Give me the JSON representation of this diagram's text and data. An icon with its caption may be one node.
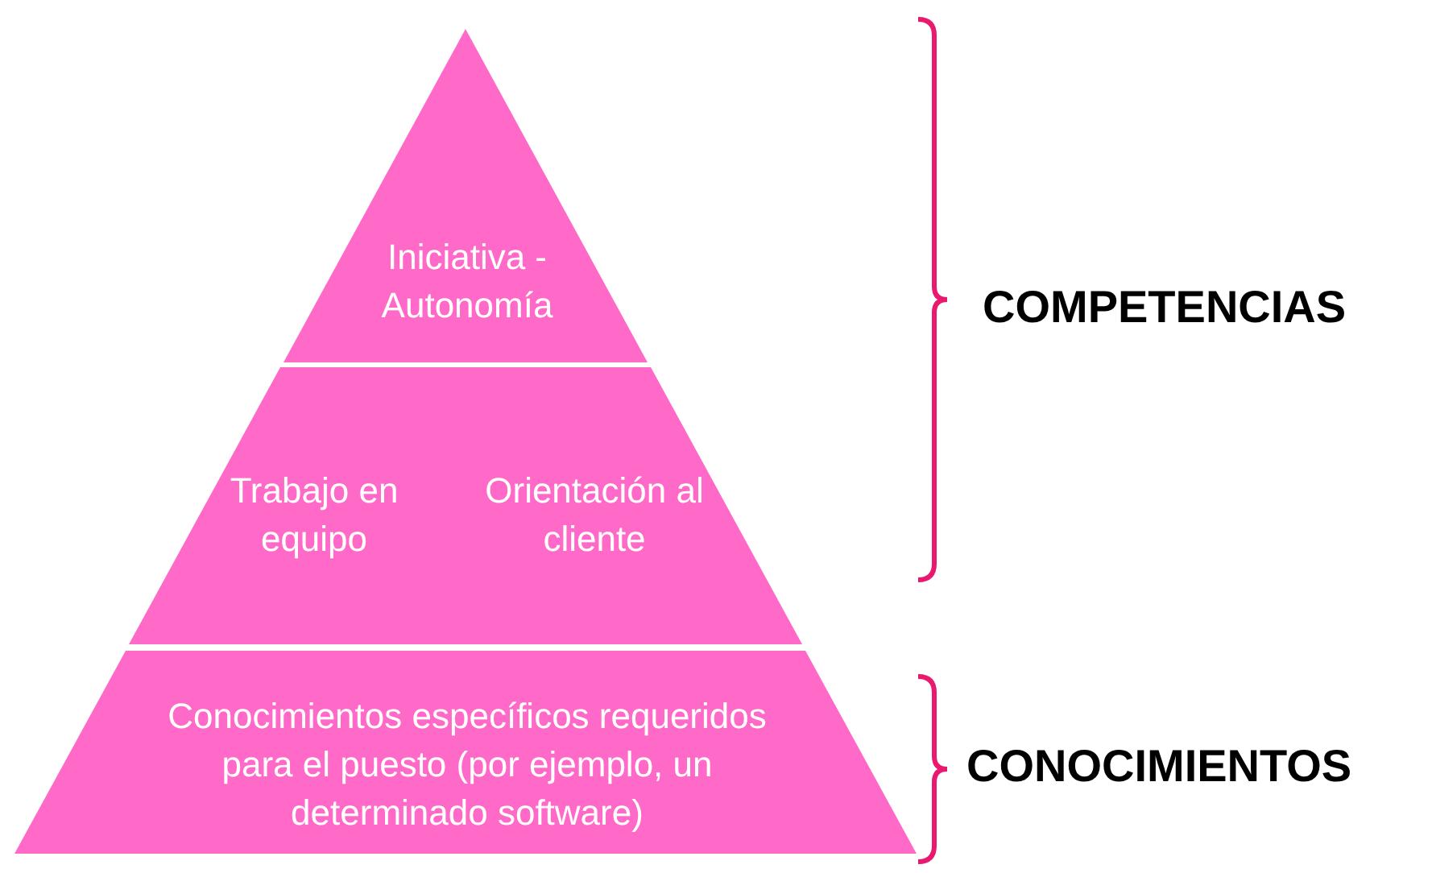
{
  "diagram": {
    "nodes": [
      {
        "text": [
          "Iniciativa - Autonomía"
        ]
      },
      {
        "text": [
          "Trabajo en equipo"
        ]
      },
      {
        "text": [
          "Orientación al cliente"
        ]
      },
      {
        "text": [
          "Conocimientos específicos requeridos para el puesto (por ejemplo, un determinado software)"
        ]
      }
    ],
    "edges": [],
    "labels": [
      "COMPETENCIAS",
      "CONOCIMIENTOS"
    ]
  }
}
